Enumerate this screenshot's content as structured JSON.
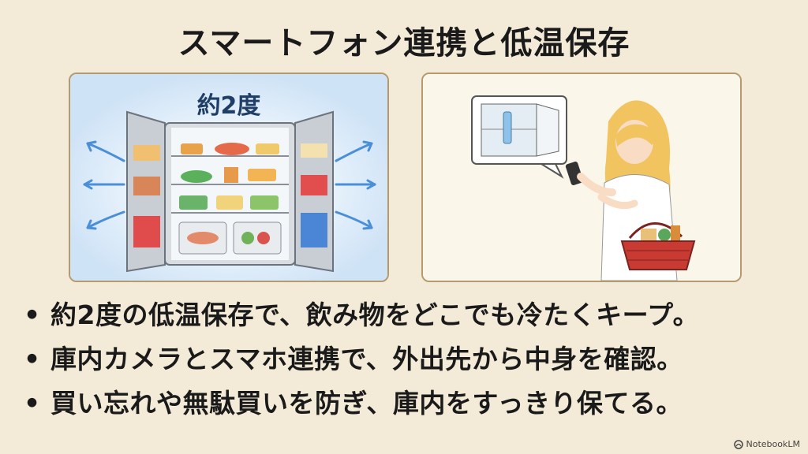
{
  "title": "スマートフォン連携と低温保存",
  "illustration_left": {
    "badge": "約2度"
  },
  "bullets": [
    "約2度の低温保存で、飲み物をどこでも冷たくキープ。",
    "庫内カメラとスマホ連携で、外出先から中身を確認。",
    "買い忘れや無駄買いを防ぎ、庫内をすっきり保てる。"
  ],
  "bullet_marker": "•",
  "watermark": {
    "label": "NotebookLM",
    "icon": "notebooklm-logo-icon"
  },
  "colors": {
    "background": "#f3ead7",
    "panel_border": "#b49a6e",
    "cold_blue": "#4a8fd8",
    "basket_red": "#c83a32"
  }
}
